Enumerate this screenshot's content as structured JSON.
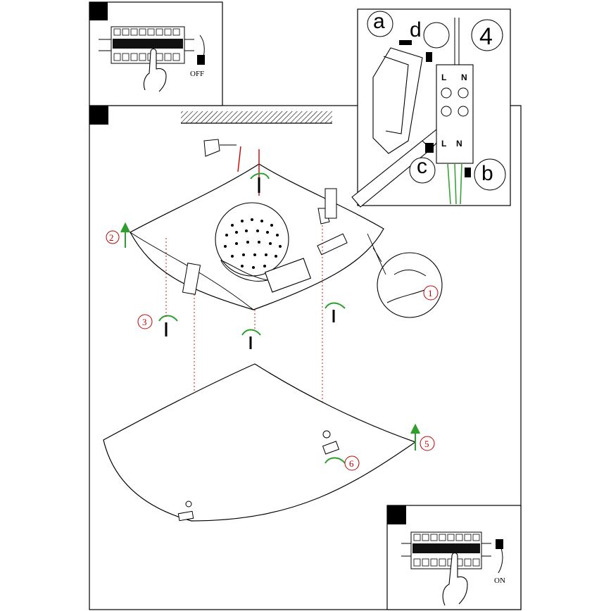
{
  "top_left_panel": {
    "switch_label": "OFF"
  },
  "bottom_right_panel": {
    "switch_label": "ON"
  },
  "detail_panel": {
    "step_number": "4",
    "letter_a": "a",
    "letter_b": "b",
    "letter_c": "c",
    "letter_d": "d",
    "terminal_top_l": "L",
    "terminal_top_n": "N",
    "terminal_bottom_l": "L",
    "terminal_bottom_n": "N"
  },
  "steps": {
    "s1": "1",
    "s2": "2",
    "s3": "3",
    "s5": "5",
    "s6": "6"
  },
  "colors": {
    "line": "#000000",
    "step_circle": "#c00000",
    "arrow": "#2e9e2e",
    "wire_red": "#cc0000",
    "wire_green": "#39a339"
  }
}
